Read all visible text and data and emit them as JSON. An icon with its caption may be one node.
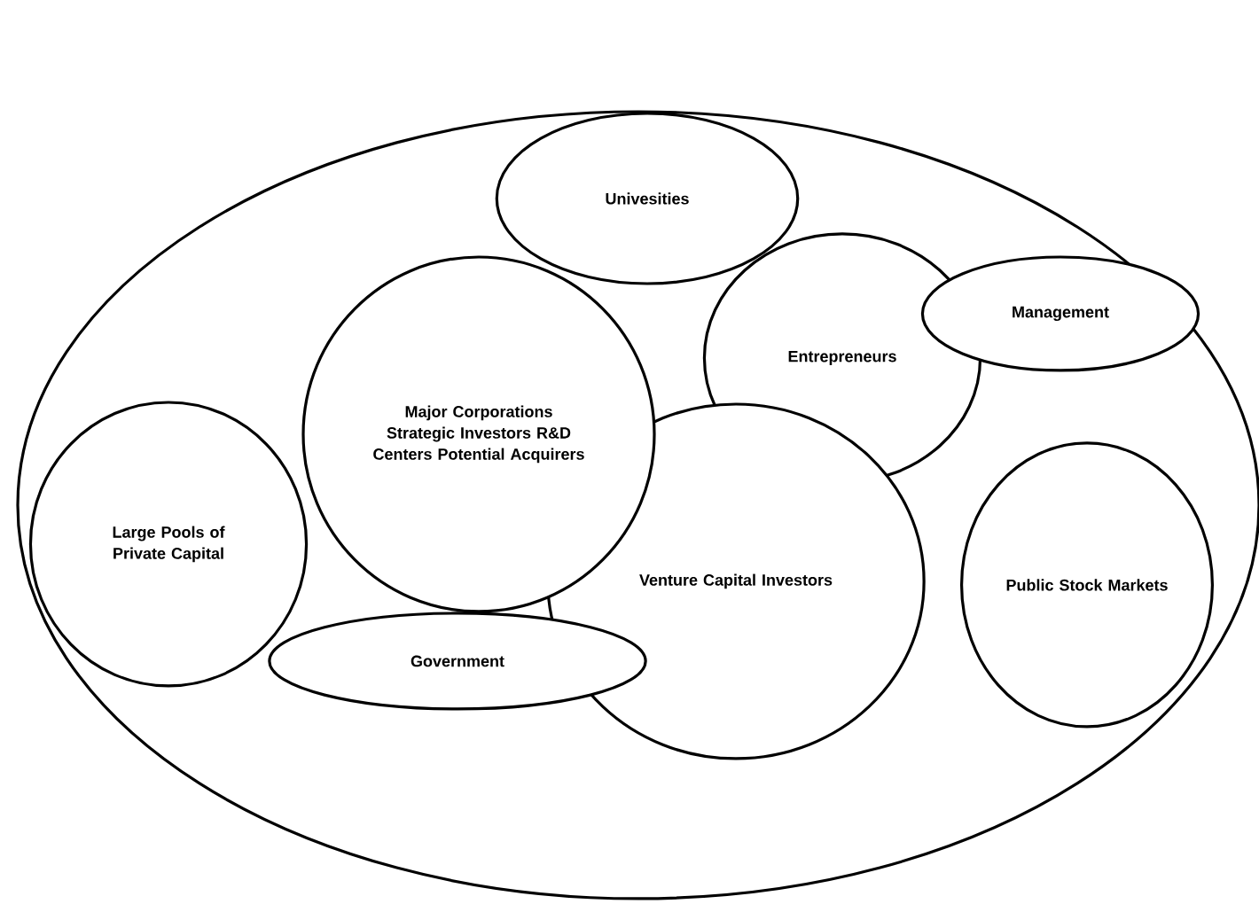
{
  "diagram": {
    "nodes": [
      {
        "text": [],
        "shape": "ellipse"
      },
      {
        "text": [
          "Univesities"
        ],
        "in": 0
      },
      {
        "text": [
          "Entrepreneurs"
        ],
        "in": 0
      },
      {
        "text": [
          "Management"
        ],
        "in": 0
      },
      {
        "text": [
          "Major Corporations Strategic Investors R&D Centers Potential Acquirers"
        ],
        "in": 0
      },
      {
        "text": [
          "Large Pools of Private Capital"
        ],
        "in": 0
      },
      {
        "text": [
          "Venture Capital Investors"
        ],
        "in": 0
      },
      {
        "text": [
          "Public Stock Markets"
        ],
        "in": 0
      },
      {
        "text": [
          "Government"
        ],
        "in": 0
      }
    ]
  }
}
